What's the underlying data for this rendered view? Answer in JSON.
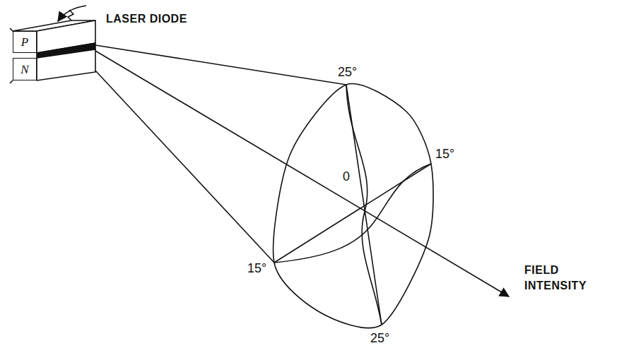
{
  "diagram": {
    "nodes": [
      {
        "text": [
          "P"
        ]
      },
      {
        "text": [
          "N"
        ]
      }
    ],
    "labels": [
      "LASER DIODE",
      "25°",
      "15°",
      "0",
      "15°",
      "25°",
      "FIELD INTENSITY"
    ]
  }
}
